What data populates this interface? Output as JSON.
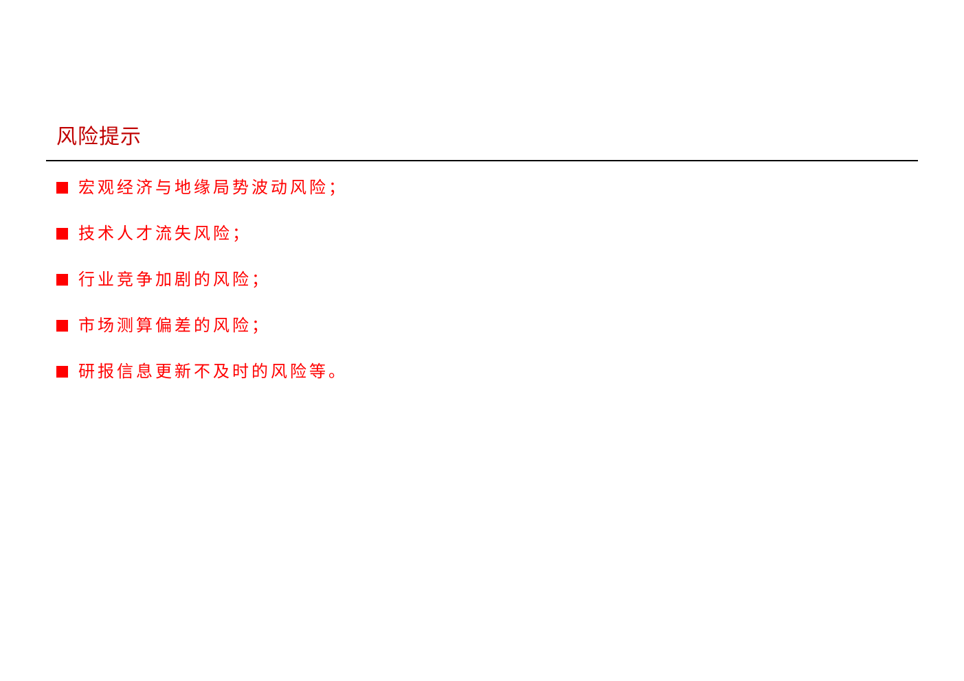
{
  "heading": {
    "title": "风险提示"
  },
  "risks": [
    "宏观经济与地缘局势波动风险；",
    "技术人才流失风险；",
    "行业竞争加剧的风险；",
    "市场测算偏差的风险；",
    "研报信息更新不及时的风险等。"
  ],
  "colors": {
    "title": "#c00000",
    "text": "#ff0000",
    "bullet": "#ff0000",
    "rule": "#000000"
  },
  "icons": {
    "bullet": "square-bullet-icon"
  }
}
